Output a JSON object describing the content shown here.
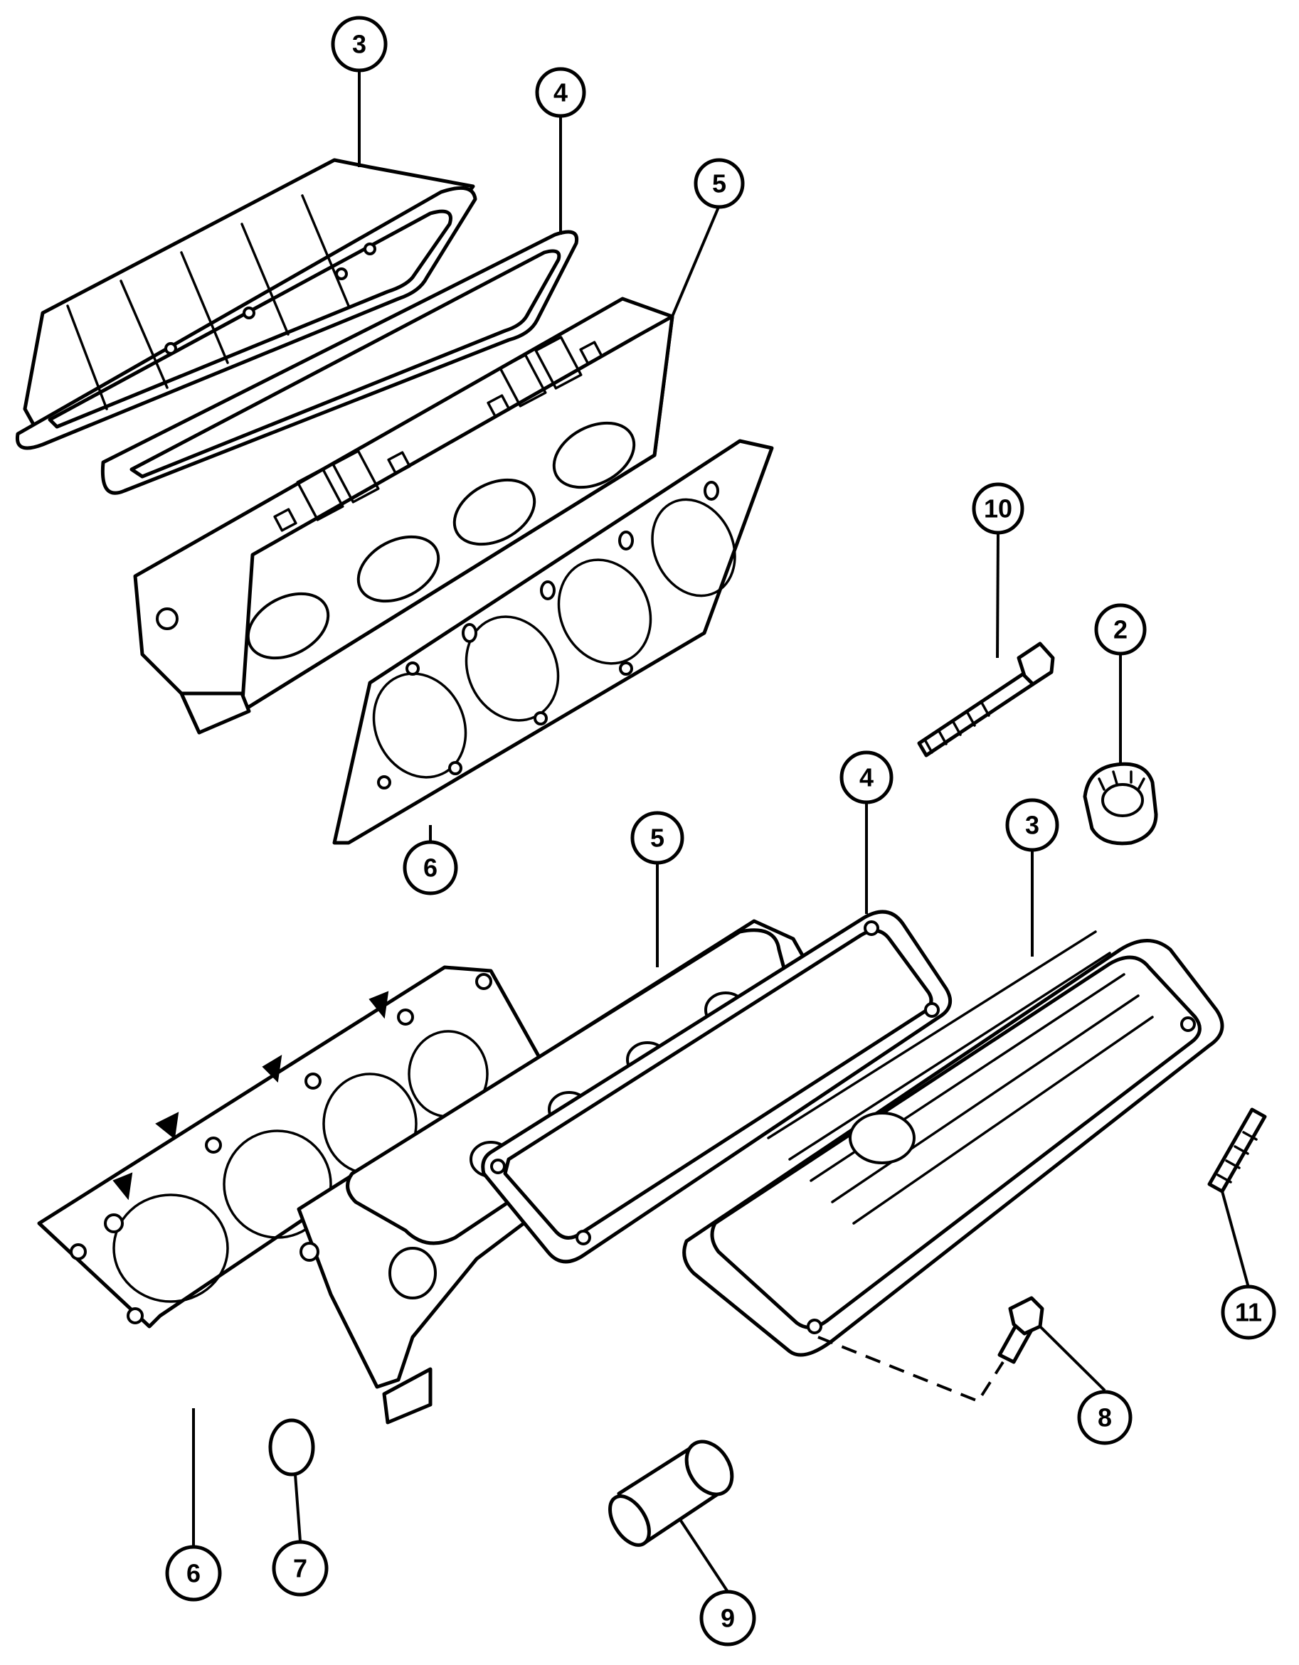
{
  "diagram": {
    "callouts": [
      {
        "id": "c3-top",
        "label": "3"
      },
      {
        "id": "c4-top",
        "label": "4"
      },
      {
        "id": "c5-top",
        "label": "5"
      },
      {
        "id": "c10",
        "label": "10"
      },
      {
        "id": "c2",
        "label": "2"
      },
      {
        "id": "c6-mid",
        "label": "6"
      },
      {
        "id": "c4-mid",
        "label": "4"
      },
      {
        "id": "c5-mid",
        "label": "5"
      },
      {
        "id": "c3-mid",
        "label": "3"
      },
      {
        "id": "c11",
        "label": "11"
      },
      {
        "id": "c8",
        "label": "8"
      },
      {
        "id": "c6-bottom",
        "label": "6"
      },
      {
        "id": "c7",
        "label": "7"
      },
      {
        "id": "c9",
        "label": "9"
      }
    ]
  }
}
